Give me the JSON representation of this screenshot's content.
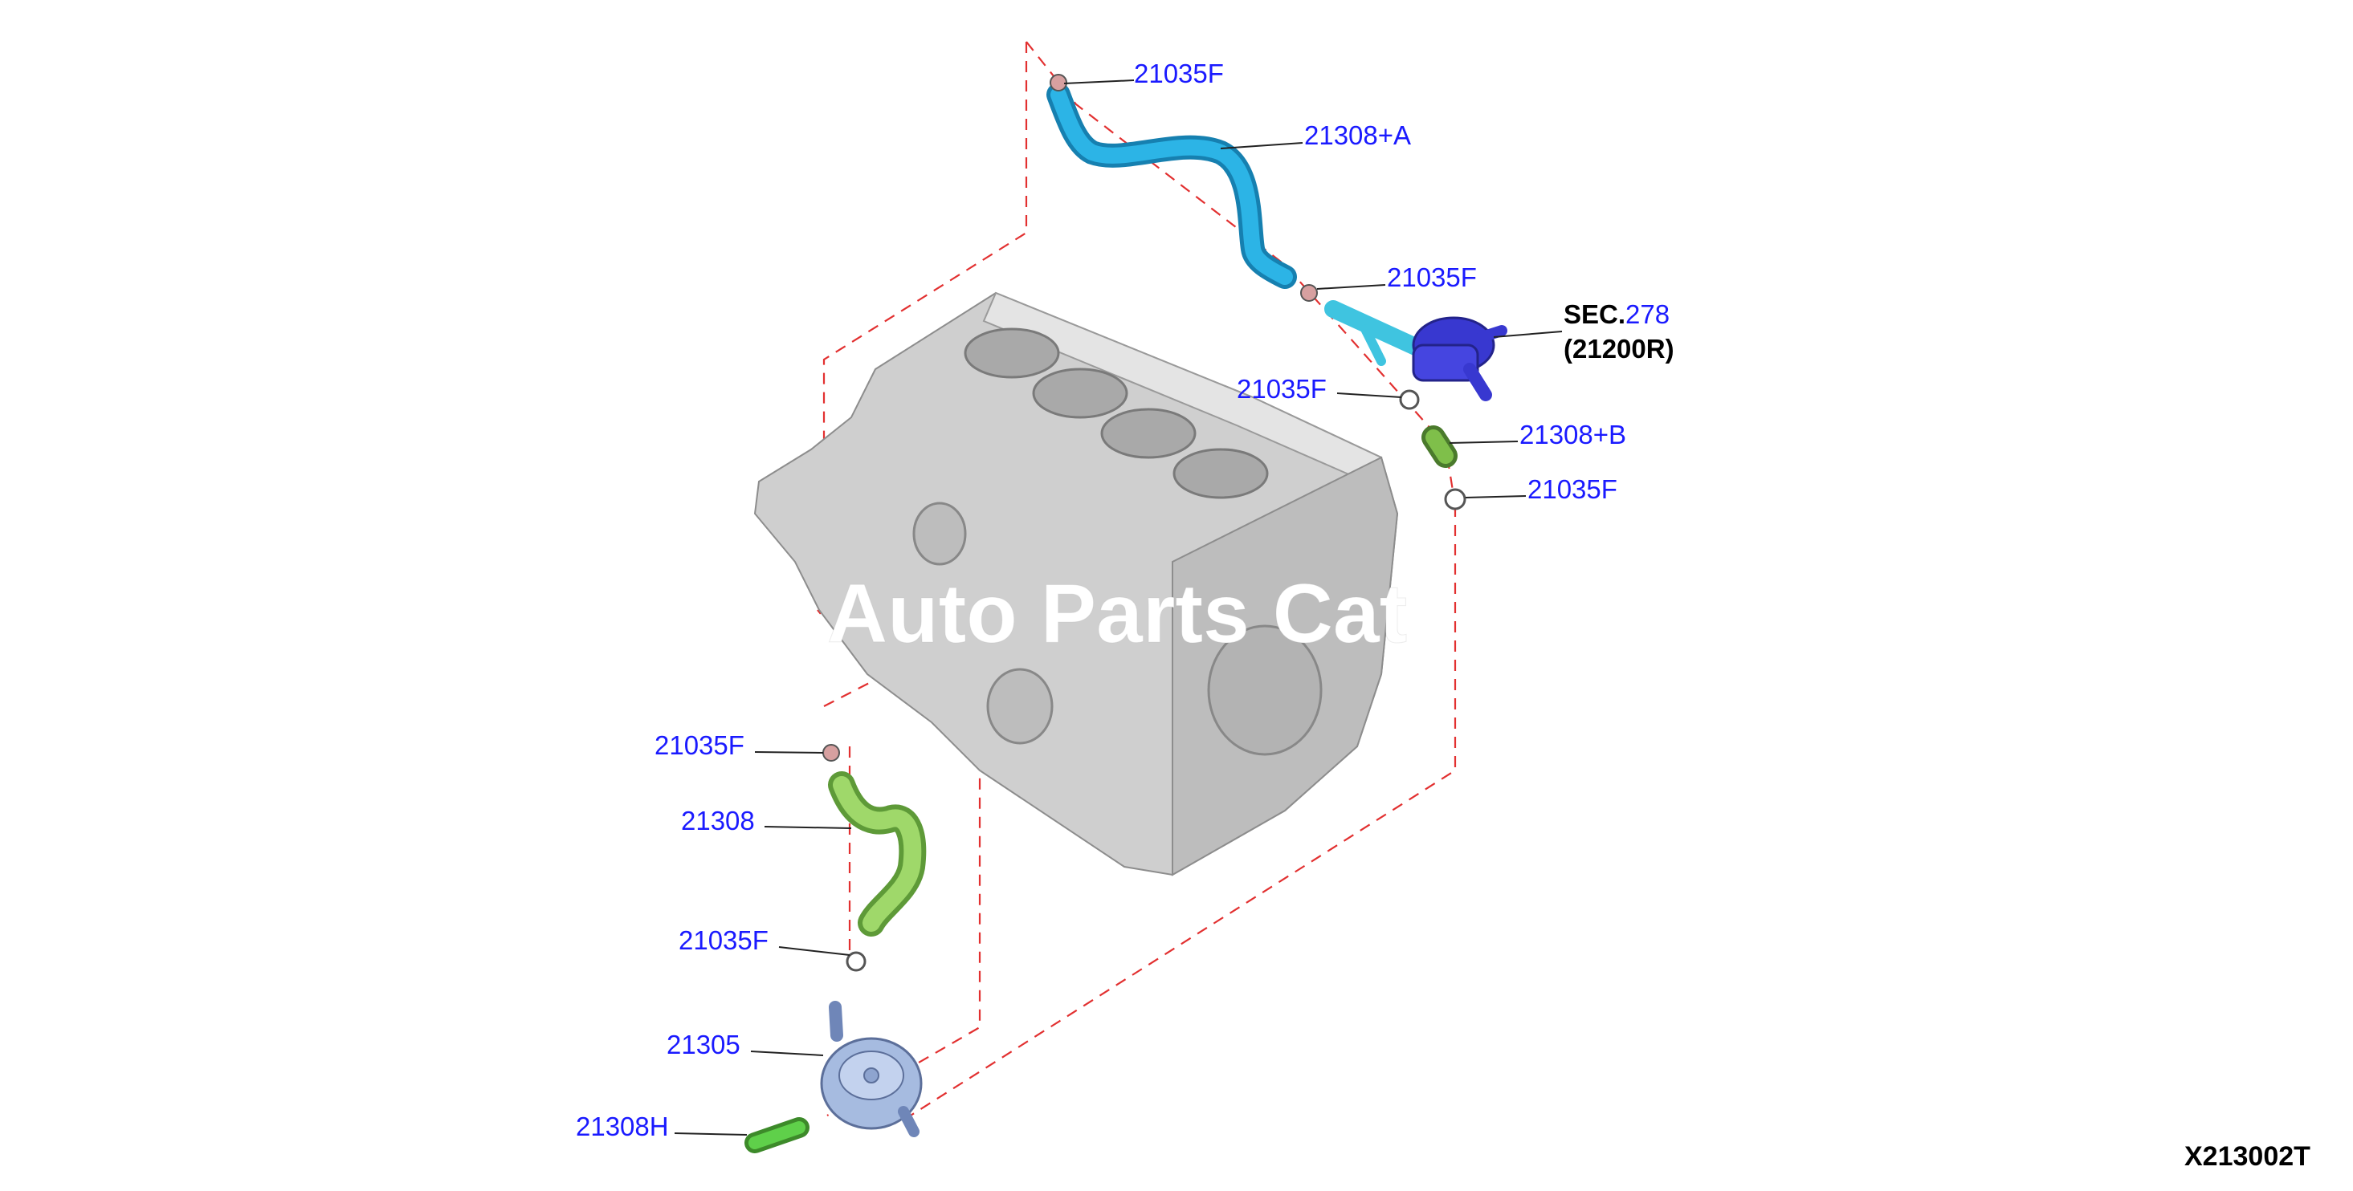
{
  "diagram": {
    "watermark": "Auto Parts Cat",
    "figure_code": "X213002T",
    "section_ref": {
      "prefix": "SEC.",
      "number": "278",
      "part": "(21200R)"
    },
    "callouts": [
      {
        "id": "clamp-top",
        "label": "21035F"
      },
      {
        "id": "hose-a",
        "label": "21308+A"
      },
      {
        "id": "clamp-upper-right",
        "label": "21035F"
      },
      {
        "id": "clamp-mid-right",
        "label": "21035F"
      },
      {
        "id": "hose-b",
        "label": "21308+B"
      },
      {
        "id": "clamp-lower-right",
        "label": "21035F"
      },
      {
        "id": "clamp-left-upper",
        "label": "21035F"
      },
      {
        "id": "hose",
        "label": "21308"
      },
      {
        "id": "clamp-left-lower",
        "label": "21035F"
      },
      {
        "id": "oil-cooler",
        "label": "21305"
      },
      {
        "id": "hose-h",
        "label": "21308H"
      }
    ],
    "colors": {
      "hose_a": "#1fa8d8",
      "thermostat_housing": "#3b3bd6",
      "pipe": "#5ad6f0",
      "hose_green": "#8ccf5a",
      "cooler": "#9ab0d6",
      "engine_block": "#c8c8c8",
      "ghost_lines": "#e23030",
      "callout_text": "#1a1aff"
    }
  }
}
